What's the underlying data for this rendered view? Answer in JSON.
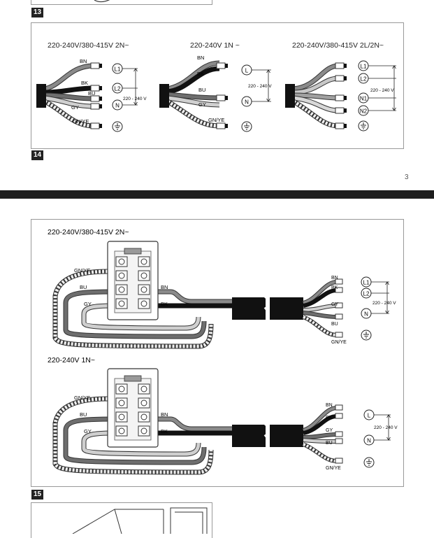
{
  "fig13": {
    "tag": "13"
  },
  "fig14": {
    "tag": "14",
    "titles": [
      "220-240V/380-415V 2N~",
      "220-240V 1N ~",
      "220-240V/380-415V 2L/2N~"
    ],
    "wires": {
      "bn": "BN",
      "bk": "BK",
      "bu": "BU",
      "gy": "GY",
      "gnye": "GN/YE"
    },
    "terminals": {
      "l1": "L1",
      "l2": "L2",
      "l": "L",
      "n": "N",
      "n1": "N1",
      "n2": "N2"
    },
    "voltage": "220 - 240 V"
  },
  "page_number": "3",
  "fig15": {
    "tag": "15",
    "titles": [
      "220-240V/380-415V 2N~",
      "220-240V 1N~"
    ],
    "wires": {
      "bn": "BN",
      "bk": "BK",
      "bu": "BU",
      "gy": "GY",
      "gnye": "GN/YE"
    },
    "terminals": {
      "l1": "L1",
      "l2": "L2",
      "l": "L",
      "n": "N"
    },
    "voltage": "220 - 240 V"
  },
  "colors": {
    "brown": "#8a8a8a",
    "black": "#1a1a1a",
    "grey": "#b5b5b5",
    "blue": "#6e6e6e",
    "border": "#999999"
  }
}
